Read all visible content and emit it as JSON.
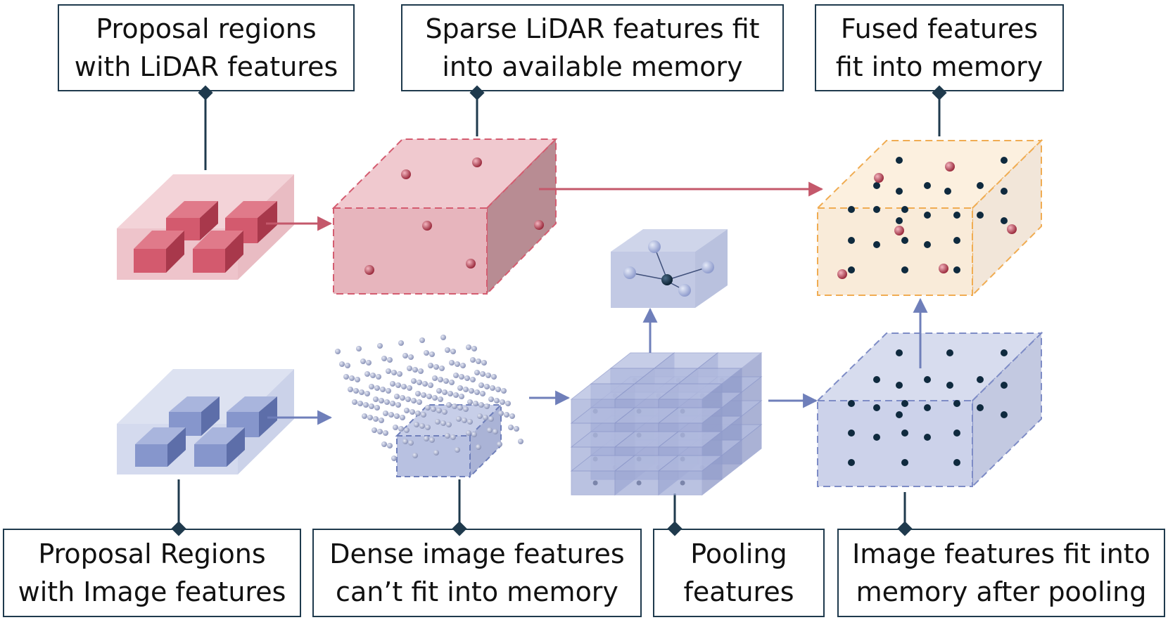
{
  "labels": {
    "proposal_lidar": {
      "line1": "Proposal regions",
      "line2": "with LiDAR features"
    },
    "sparse_lidar": {
      "line1": "Sparse LiDAR features fit",
      "line2": "into available memory"
    },
    "fused": {
      "line1": "Fused features",
      "line2": "fit into memory"
    },
    "proposal_image": {
      "line1": "Proposal Regions",
      "line2": "with Image features"
    },
    "dense_image": {
      "line1": "Dense image features",
      "line2": "can’t fit into memory"
    },
    "pooling": {
      "line1": "Pooling",
      "line2": "features"
    },
    "image_after_pooling": {
      "line1": "Image features fit into",
      "line2": "memory after pooling"
    }
  },
  "colors": {
    "lidar": "#d98a96",
    "lidar_dark": "#c4586b",
    "image": "#9aa6cf",
    "image_dark": "#6f7fba",
    "fused": "#f2b66a",
    "connector": "#1f3a4d"
  }
}
